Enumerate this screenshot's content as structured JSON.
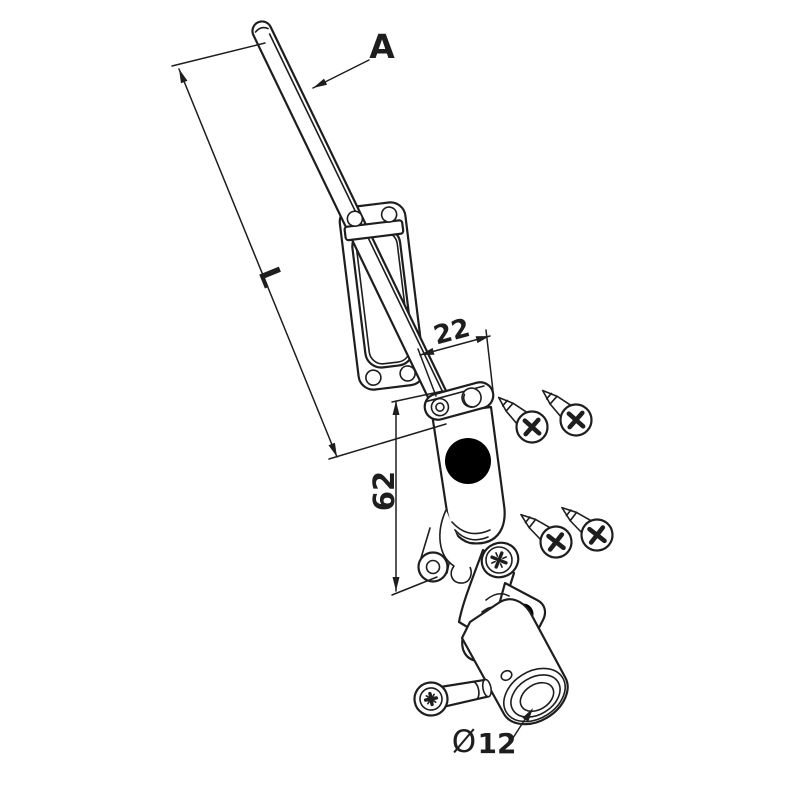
{
  "drawing": {
    "labels": {
      "part_ref": "A",
      "length_ref": "L",
      "top_width_mm": "22",
      "side_height_mm": "62",
      "diameter_symbol": "Ø",
      "diameter_value": "12"
    },
    "colors": {
      "line": "#1e1e1e",
      "background": "#ffffff",
      "censor_dot": "#000000"
    }
  }
}
